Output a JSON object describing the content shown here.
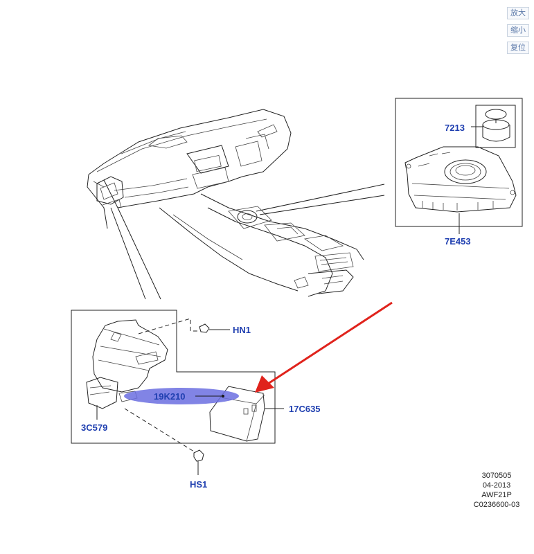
{
  "zoom_controls": {
    "zoom_in": "放大",
    "zoom_out": "缩小",
    "reset": "复位"
  },
  "callouts": {
    "part_7213": "7213",
    "part_7e453": "7E453",
    "part_hn1": "HN1",
    "part_19k210": "19K210",
    "part_17c635": "17C635",
    "part_3c579": "3C579",
    "part_hs1": "HS1"
  },
  "info_block": {
    "line1": "3070505",
    "line2": "04-2013",
    "line3": "AWF21P",
    "line4": "C0236600-03"
  },
  "colors": {
    "callout_text": "#1f3fb0",
    "highlight_ellipse": "#6b6fe0",
    "arrow": "#e0231c"
  }
}
